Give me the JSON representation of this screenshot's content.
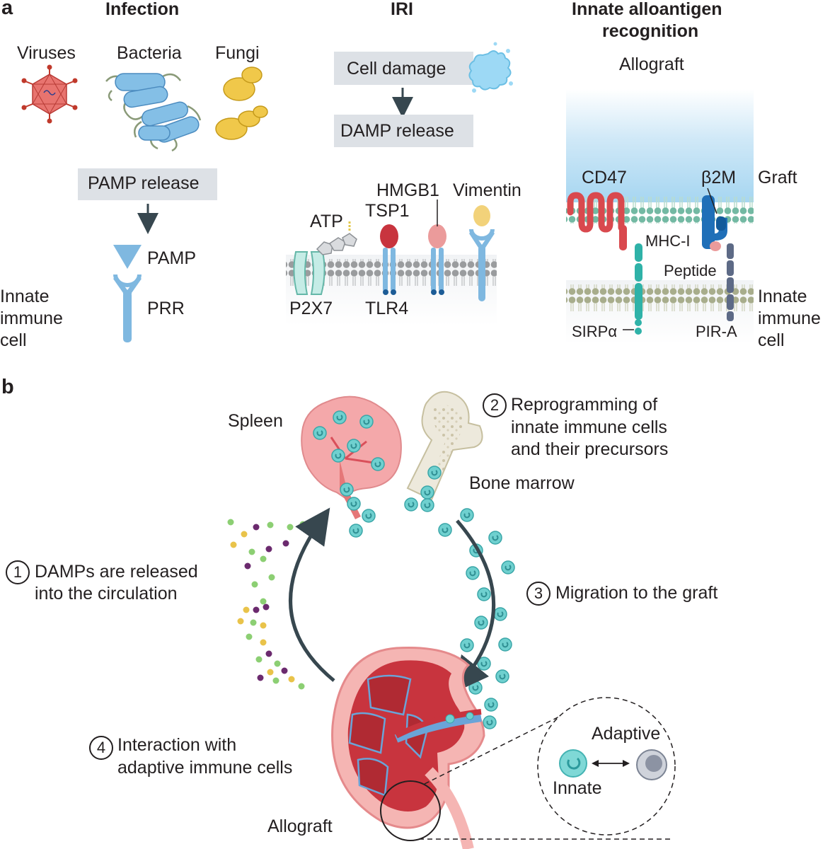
{
  "panel_a": {
    "label": "a",
    "infection": {
      "heading": "Infection",
      "viruses": "Viruses",
      "bacteria": "Bacteria",
      "fungi": "Fungi",
      "pamp_release": "PAMP release",
      "pamp": "PAMP",
      "prr": "PRR",
      "innate_immune_cell": [
        "Innate",
        "immune",
        "cell"
      ]
    },
    "iri": {
      "heading": "IRI",
      "cell_damage": "Cell damage",
      "damp_release": "DAMP release",
      "atp": "ATP",
      "tsp1": "TSP1",
      "hmgb1": "HMGB1",
      "vimentin": "Vimentin",
      "p2x7": "P2X7",
      "tlr4": "TLR4"
    },
    "alloantigen": {
      "heading": [
        "Innate alloantigen",
        "recognition"
      ],
      "allograft": "Allograft",
      "graft": "Graft",
      "cd47": "CD47",
      "b2m": "β2M",
      "mhc1": "MHC-I",
      "peptide": "Peptide",
      "sirpa": "SIRPα",
      "pira": "PIR-A",
      "innate_immune_cell": [
        "Innate",
        "immune",
        "cell"
      ]
    }
  },
  "panel_b": {
    "label": "b",
    "spleen": "Spleen",
    "bone_marrow": "Bone marrow",
    "step1": {
      "num": "1",
      "lines": [
        "DAMPs are released",
        "into the circulation"
      ]
    },
    "step2": {
      "num": "2",
      "lines": [
        "Reprogramming of",
        "innate immune cells",
        "and their precursors"
      ]
    },
    "step3": {
      "num": "3",
      "lines": [
        "Migration to the graft"
      ]
    },
    "step4": {
      "num": "4",
      "lines": [
        "Interaction with",
        "adaptive immune cells"
      ]
    },
    "allograft": "Allograft",
    "adaptive": "Adaptive",
    "innate": "Innate"
  },
  "colors": {
    "receptor_blue": "#7fb8e0",
    "innate_cell": "#5fc7c9",
    "text": "#231f20",
    "box_gray": "#dde1e6",
    "kidney_red": "#c8343e",
    "vessel_blue": "#6aa4d8"
  }
}
